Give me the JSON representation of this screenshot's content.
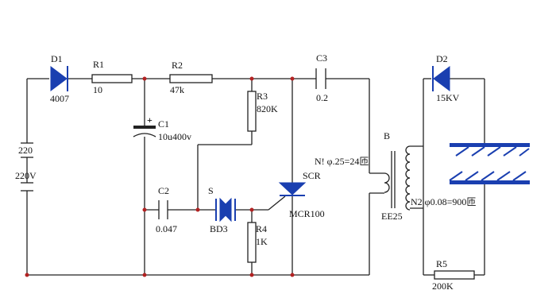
{
  "labels": {
    "d1_ref": "D1",
    "d1_val": "4007",
    "r1_ref": "R1",
    "r1_val": "10",
    "r2_ref": "R2",
    "r2_val": "47k",
    "c1_ref": "C1",
    "c1_val": "10u400v",
    "c1_plus": "+",
    "r3_ref": "R3",
    "r3_val": "820K",
    "c3_ref": "C3",
    "c3_val": "0.2",
    "d2_ref": "D2",
    "d2_val": "15KV",
    "src_val": "220",
    "src_v": "220V",
    "c2_ref": "C2",
    "c2_val": "0.047",
    "s_ref": "S",
    "s_val": "BD3",
    "r4_ref": "R4",
    "r4_val": "1K",
    "scr_ref": "SCR",
    "scr_val": "MCR100",
    "t_ref": "B",
    "t_val": "EE25",
    "n1": "N! φ.25=24匝",
    "n2": "N2 φ0.08=900匝",
    "r5_ref": "R5",
    "r5_val": "200K"
  },
  "colors": {
    "wire": "#222222",
    "component_blue": "#1a3fb0",
    "junction": "#b22222"
  }
}
